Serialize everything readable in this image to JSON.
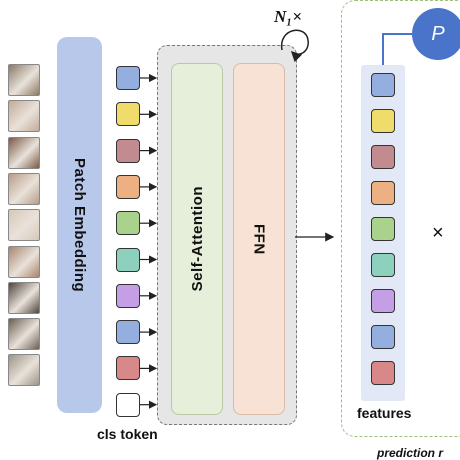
{
  "labels": {
    "patch_embedding": "Patch Embedding",
    "self_attention": "Self-Attention",
    "ffn": "FFN",
    "cls_token": "cls token",
    "repeat": "N₁×",
    "features": "features",
    "p_symbol": "P",
    "times": "×",
    "prediction": "prediction r"
  },
  "tokens": [
    {
      "color": "#95aee0"
    },
    {
      "color": "#f0dc6a"
    },
    {
      "color": "#c28b8f"
    },
    {
      "color": "#edb083"
    },
    {
      "color": "#a9d38c"
    },
    {
      "color": "#8dd0bd"
    },
    {
      "color": "#c49fe6"
    },
    {
      "color": "#95aee0"
    },
    {
      "color": "#d9888a"
    },
    {
      "color": "#ffffff"
    }
  ],
  "features": [
    {
      "color": "#95aee0"
    },
    {
      "color": "#f0dc6a"
    },
    {
      "color": "#c28b8f"
    },
    {
      "color": "#edb083"
    },
    {
      "color": "#a9d38c"
    },
    {
      "color": "#8dd0bd"
    },
    {
      "color": "#c49fe6"
    },
    {
      "color": "#95aee0"
    },
    {
      "color": "#d9888a"
    }
  ],
  "patches": [
    {
      "color": "#8a7a68"
    },
    {
      "color": "#c2ab98"
    },
    {
      "color": "#7a5a46"
    },
    {
      "color": "#b89c86"
    },
    {
      "color": "#d8c8b8"
    },
    {
      "color": "#a88470"
    },
    {
      "color": "#4e463e"
    },
    {
      "color": "#6a5e52"
    },
    {
      "color": "#9c9488"
    }
  ]
}
